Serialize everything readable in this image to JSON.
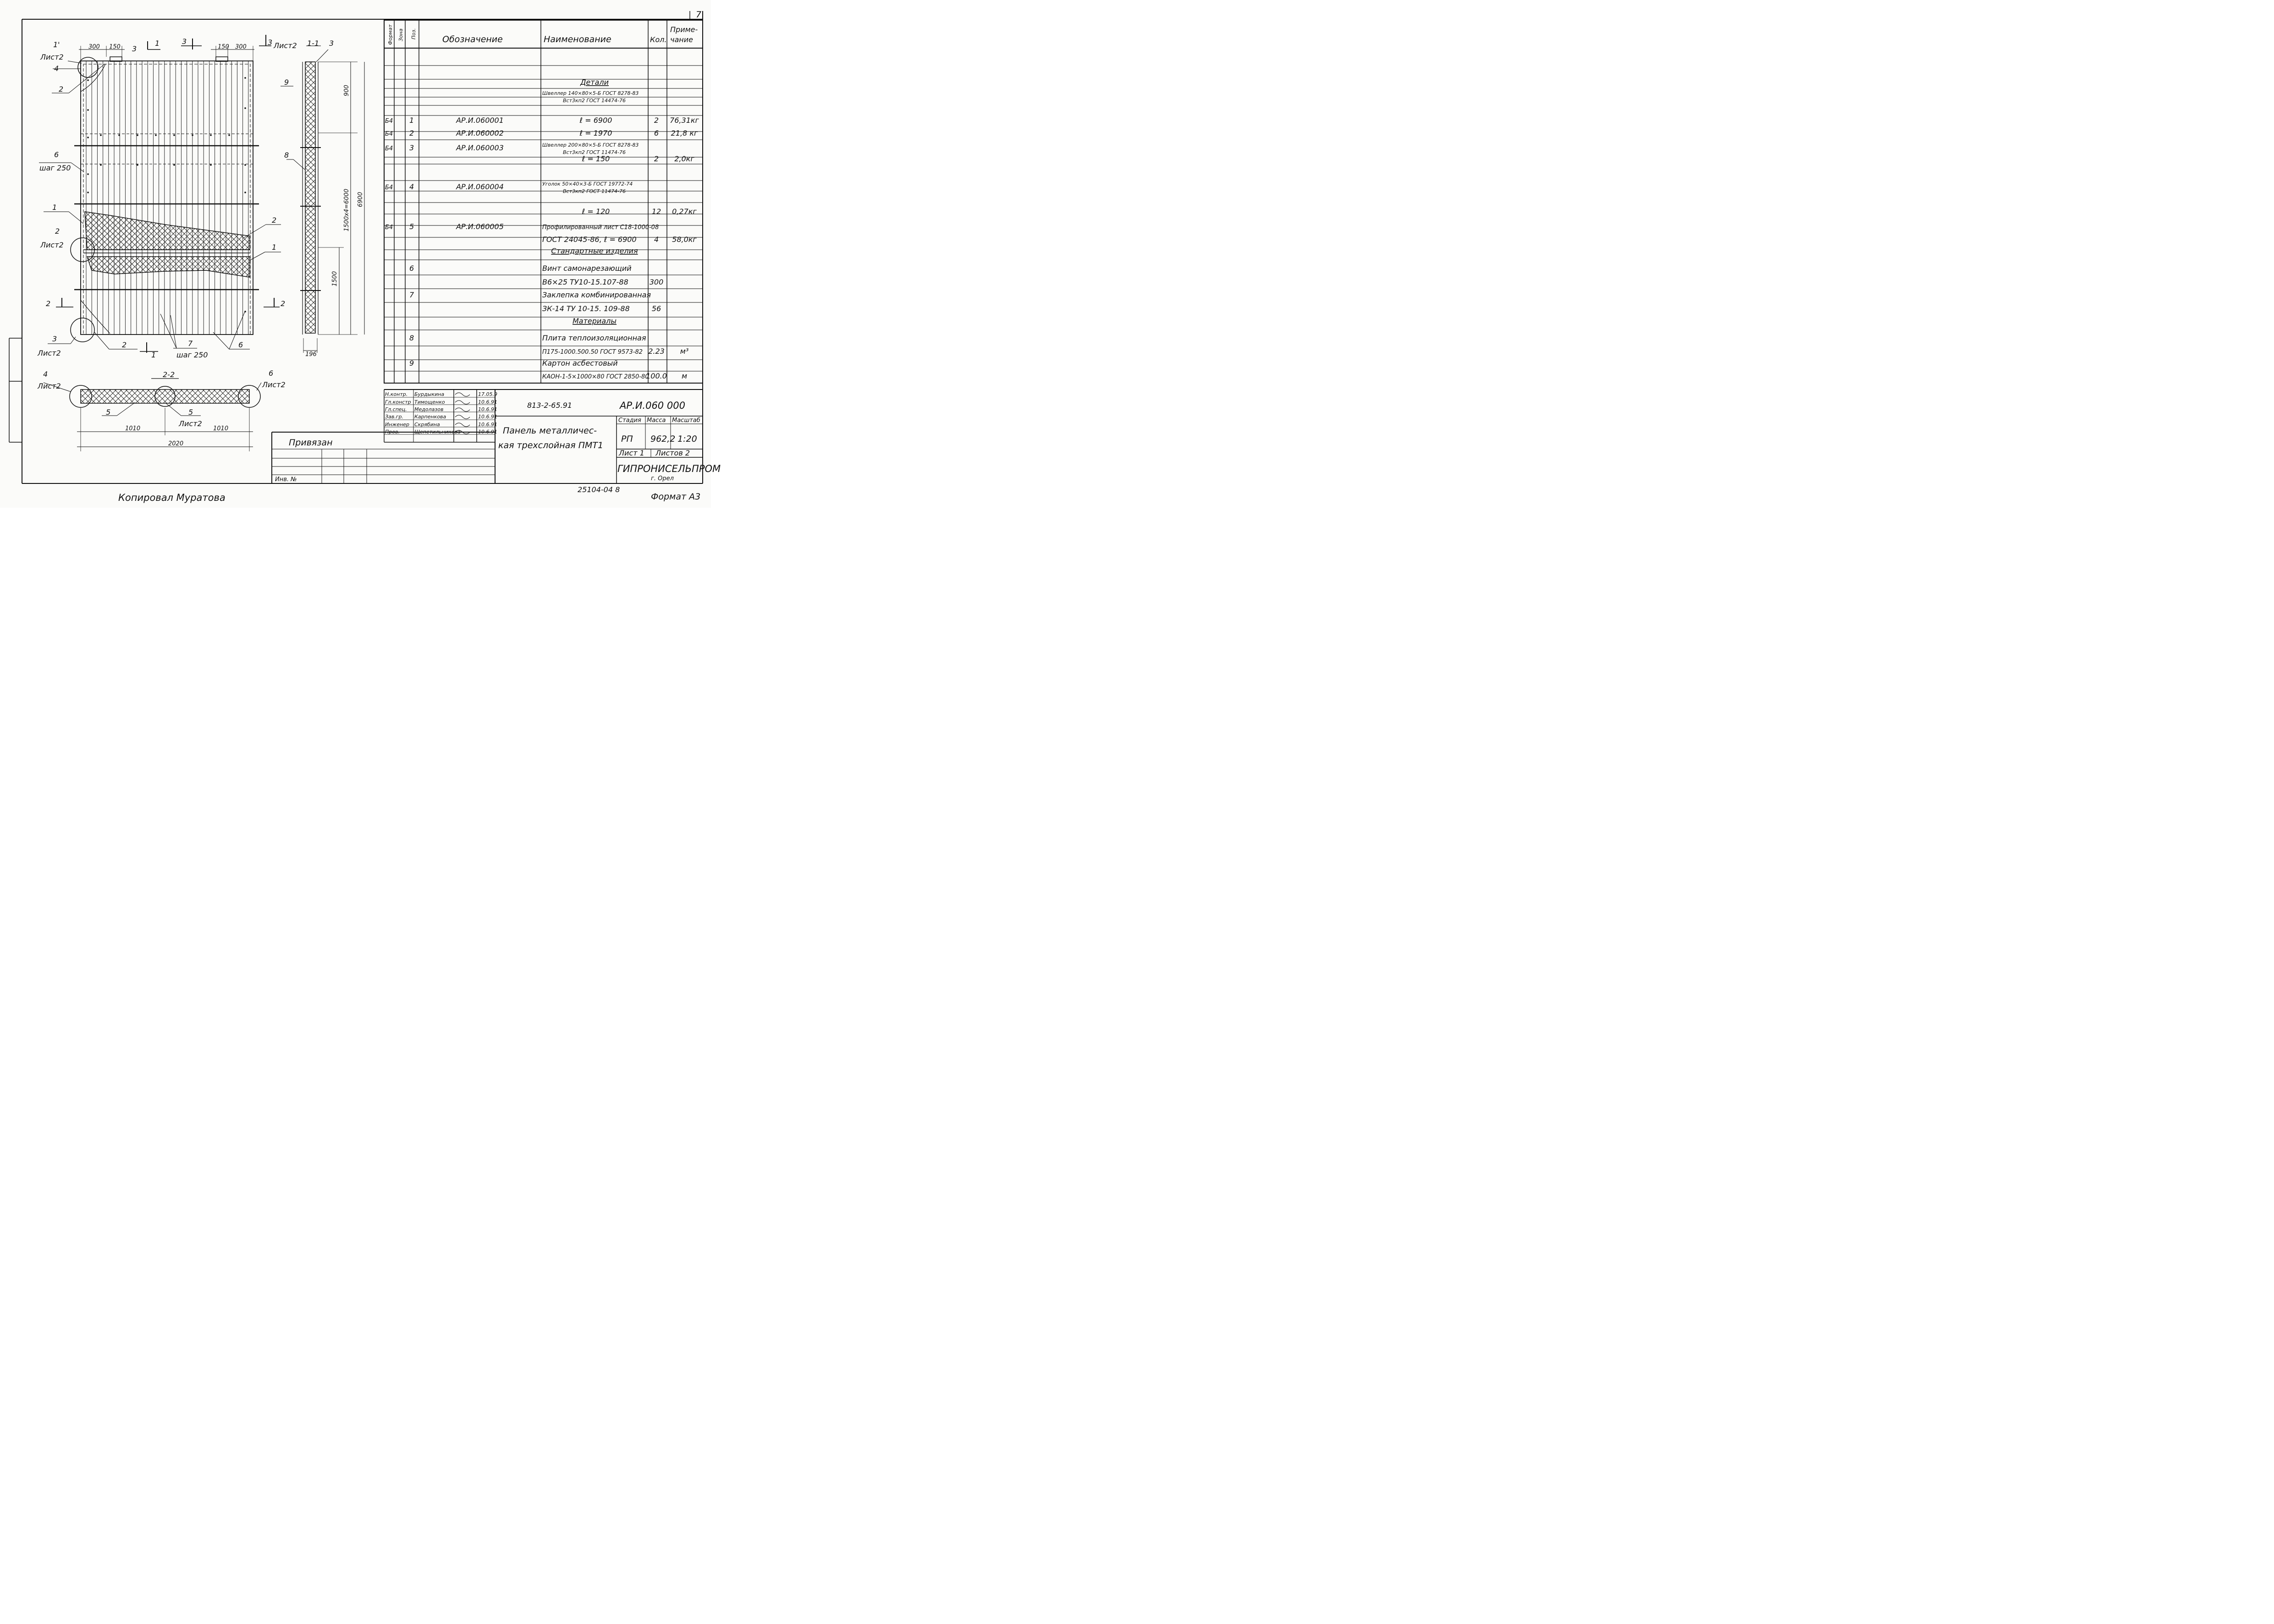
{
  "sheet_number": "7",
  "drawing": {
    "labels": {
      "view1": "1'",
      "sheet2": "Лист2",
      "n4": "4",
      "n2": "2",
      "n3": "3",
      "n1": "1",
      "n6": "6",
      "step250": "шаг 250",
      "n5": "5",
      "n7": "7",
      "n8": "8",
      "n9": "9",
      "sec11": "1-1",
      "sec22": "2-2"
    },
    "dims": {
      "d300": "300",
      "d150": "150",
      "d900": "900",
      "d6000": "1500х4=6000",
      "d6900": "6900",
      "d1500": "1500",
      "d196": "196",
      "d1010": "1010",
      "d2020": "2020"
    }
  },
  "spec": {
    "headers": {
      "format": "Формат",
      "zone": "Зона",
      "pos": "Поз.",
      "designation": "Обозначение",
      "name": "Наименование",
      "qty": "Кол.",
      "note": "Приме-\nчание"
    },
    "rows": [
      {
        "format": "",
        "zone": "",
        "pos": "",
        "designation": "",
        "name": "Детали",
        "qty": "",
        "note": ""
      },
      {
        "format": "",
        "zone": "",
        "pos": "",
        "designation": "",
        "name": "Швеллер 140×80×5-Б ГОСТ 8278-83 / Вст3кп2 ГОСТ 14474-76",
        "qty": "",
        "note": ""
      },
      {
        "format": "Б4",
        "zone": "",
        "pos": "1",
        "designation": "АР.И.060001",
        "name": "ℓ = 6900",
        "qty": "2",
        "note": "76,31кг"
      },
      {
        "format": "Б4",
        "zone": "",
        "pos": "2",
        "designation": "АР.И.060002",
        "name": "ℓ = 1970",
        "qty": "6",
        "note": "21,8 кг"
      },
      {
        "format": "Б4",
        "zone": "",
        "pos": "3",
        "designation": "АР.И.060003",
        "name": "Швеллер 200×80×5-Б ГОСТ 8278-83 / Вст3кп2 ГОСТ 11474-76",
        "qty": "",
        "note": ""
      },
      {
        "format": "",
        "zone": "",
        "pos": "",
        "designation": "",
        "name": "ℓ = 150",
        "qty": "2",
        "note": "2,0кг"
      },
      {
        "format": "Б4",
        "zone": "",
        "pos": "4",
        "designation": "АР.И.060004",
        "name": "Уголок 50×40×3-Б ГОСТ 19772-74 / Вст3кп2 ГОСТ 11474-76",
        "qty": "",
        "note": ""
      },
      {
        "format": "",
        "zone": "",
        "pos": "",
        "designation": "",
        "name": "ℓ = 120",
        "qty": "12",
        "note": "0,27кг"
      },
      {
        "format": "Б4",
        "zone": "",
        "pos": "5",
        "designation": "АР.И.060005",
        "name": "Профилированный лист С18-1000-08",
        "qty": "",
        "note": ""
      },
      {
        "format": "",
        "zone": "",
        "pos": "",
        "designation": "",
        "name": "ГОСТ 24045-86, ℓ = 6900",
        "qty": "4",
        "note": "58,0кг"
      },
      {
        "format": "",
        "zone": "",
        "pos": "",
        "designation": "",
        "name": "Стандартные изделия",
        "qty": "",
        "note": ""
      },
      {
        "format": "",
        "zone": "",
        "pos": "6",
        "designation": "",
        "name": "Винт самонарезающий",
        "qty": "",
        "note": ""
      },
      {
        "format": "",
        "zone": "",
        "pos": "",
        "designation": "",
        "name": "В6×25 ТУ10-15.107-88",
        "qty": "300",
        "note": ""
      },
      {
        "format": "",
        "zone": "",
        "pos": "7",
        "designation": "",
        "name": "Заклепка комбинированная",
        "qty": "",
        "note": ""
      },
      {
        "format": "",
        "zone": "",
        "pos": "",
        "designation": "",
        "name": "ЗК-14 ТУ 10-15. 109-88",
        "qty": "56",
        "note": ""
      },
      {
        "format": "",
        "zone": "",
        "pos": "",
        "designation": "",
        "name": "Материалы",
        "qty": "",
        "note": ""
      },
      {
        "format": "",
        "zone": "",
        "pos": "8",
        "designation": "",
        "name": "Плита теплоизоляционная",
        "qty": "",
        "note": ""
      },
      {
        "format": "",
        "zone": "",
        "pos": "",
        "designation": "",
        "name": "П175-1000.500.50 ГОСТ 9573-82",
        "qty": "2.23",
        "note": "м³"
      },
      {
        "format": "",
        "zone": "",
        "pos": "9",
        "designation": "",
        "name": "Картон асбестовый",
        "qty": "",
        "note": ""
      },
      {
        "format": "",
        "zone": "",
        "pos": "",
        "designation": "",
        "name": "КАОН-1-5×1000×80 ГОСТ 2850-80",
        "qty": "100.0",
        "note": "м"
      }
    ]
  },
  "title_block": {
    "roles": [
      {
        "role": "Н.контр.",
        "name": "Бурдыкина",
        "date": "17.05.9"
      },
      {
        "role": "Гл.констр",
        "name": "Тимощенко",
        "date": "10.6.91"
      },
      {
        "role": "Гл.спец.",
        "name": "Медолазов",
        "date": "10.6.91"
      },
      {
        "role": "Зав.гр.",
        "name": "Карпенкова",
        "date": "10.6.91"
      },
      {
        "role": "Инженер",
        "name": "Скрябина",
        "date": "10.6.91"
      },
      {
        "role": "Пров.",
        "name": "Щепетильникова",
        "date": "10.6.91"
      }
    ],
    "project": "813-2-65.91",
    "code": "АР.И.060 000",
    "title_line1": "Панель металличес-",
    "title_line2": "кая трехслойная ПМТ1",
    "stage_label": "Стадия",
    "mass_label": "Масса",
    "scale_label": "Масштаб",
    "stage": "РП",
    "mass": "962,2",
    "scale": "1:20",
    "sheet_label": "Лист 1",
    "sheets_label": "Листов 2",
    "org": "ГИПРОНИСЕЛЬПРОМ",
    "city": "г. Орел",
    "bound_label": "Привязан",
    "inv_label": "Инв. №"
  },
  "footer": {
    "copied": "Копировал Муратова",
    "number": "25104-04 8",
    "format": "Формат А3"
  },
  "colors": {
    "ink": "#111111",
    "paper": "#fbfbf9"
  }
}
